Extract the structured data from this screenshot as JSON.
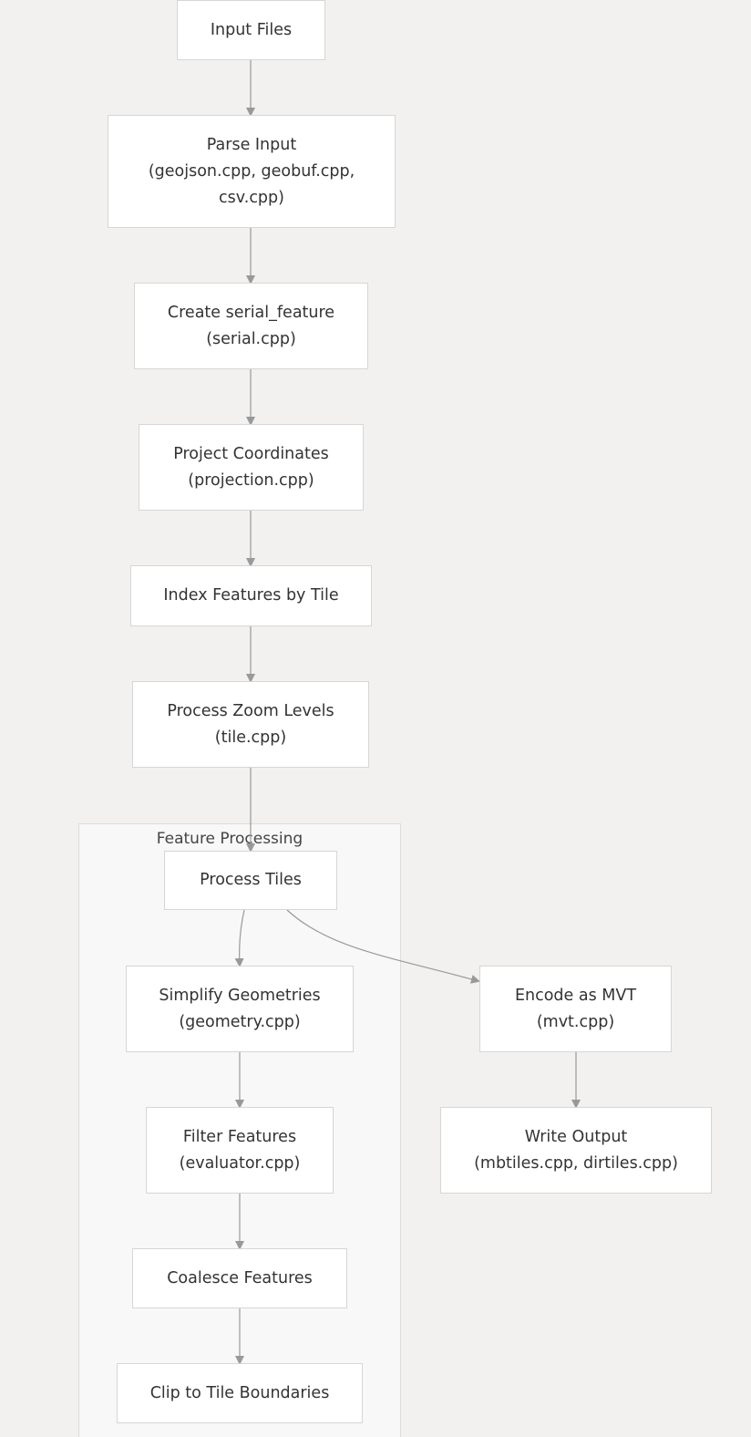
{
  "diagram": {
    "cluster": {
      "label": "Feature Processing"
    },
    "nodes": {
      "input_files": {
        "lines": [
          "Input Files"
        ]
      },
      "parse_input": {
        "lines": [
          "Parse Input",
          "(geojson.cpp, geobuf.cpp,",
          "csv.cpp)"
        ]
      },
      "create_serial": {
        "lines": [
          "Create serial_feature",
          "(serial.cpp)"
        ]
      },
      "project_coords": {
        "lines": [
          "Project Coordinates",
          "(projection.cpp)"
        ]
      },
      "index_features": {
        "lines": [
          "Index Features by Tile"
        ]
      },
      "process_zoom": {
        "lines": [
          "Process Zoom Levels",
          "(tile.cpp)"
        ]
      },
      "process_tiles": {
        "lines": [
          "Process Tiles"
        ]
      },
      "simplify": {
        "lines": [
          "Simplify Geometries",
          "(geometry.cpp)"
        ]
      },
      "filter": {
        "lines": [
          "Filter Features",
          "(evaluator.cpp)"
        ]
      },
      "coalesce": {
        "lines": [
          "Coalesce Features"
        ]
      },
      "clip": {
        "lines": [
          "Clip to Tile Boundaries"
        ]
      },
      "encode_mvt": {
        "lines": [
          "Encode as MVT",
          "(mvt.cpp)"
        ]
      },
      "write_output": {
        "lines": [
          "Write Output",
          "(mbtiles.cpp, dirtiles.cpp)"
        ]
      }
    },
    "edges": [
      {
        "from": "input_files",
        "to": "parse_input"
      },
      {
        "from": "parse_input",
        "to": "create_serial"
      },
      {
        "from": "create_serial",
        "to": "project_coords"
      },
      {
        "from": "project_coords",
        "to": "index_features"
      },
      {
        "from": "index_features",
        "to": "process_zoom"
      },
      {
        "from": "process_zoom",
        "to": "process_tiles"
      },
      {
        "from": "process_tiles",
        "to": "simplify"
      },
      {
        "from": "process_tiles",
        "to": "encode_mvt"
      },
      {
        "from": "simplify",
        "to": "filter"
      },
      {
        "from": "filter",
        "to": "coalesce"
      },
      {
        "from": "coalesce",
        "to": "clip"
      },
      {
        "from": "encode_mvt",
        "to": "write_output"
      }
    ],
    "colors": {
      "background": "#f2f1f0",
      "node_fill": "#ffffff",
      "node_border": "#d6d6d6",
      "edge": "#999999",
      "cluster_fill": "#f8f8f8"
    }
  }
}
